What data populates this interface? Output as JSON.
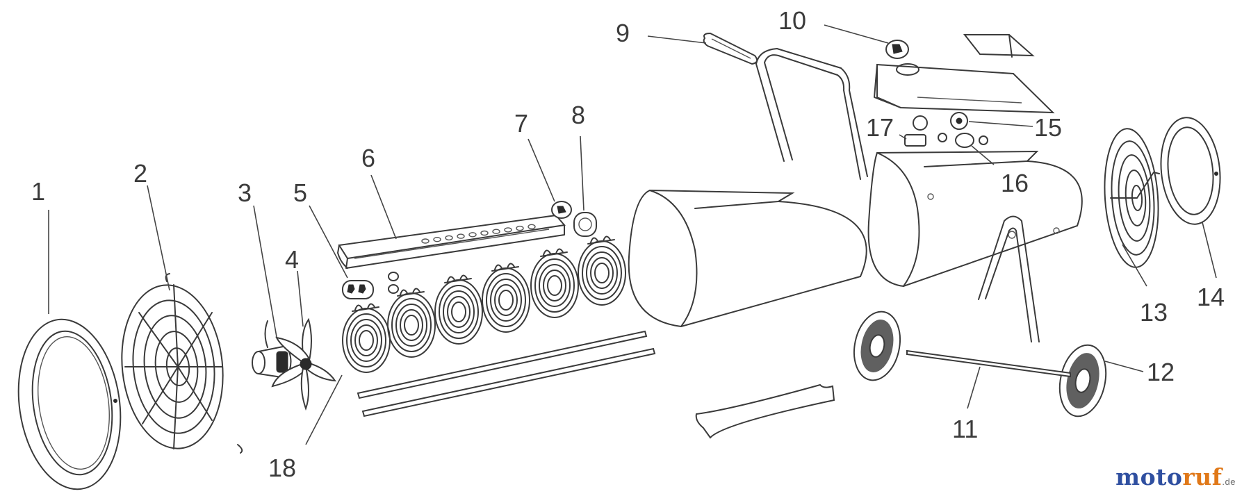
{
  "callouts": [
    {
      "id": "1",
      "label": "1"
    },
    {
      "id": "2",
      "label": "2"
    },
    {
      "id": "3",
      "label": "3"
    },
    {
      "id": "4",
      "label": "4"
    },
    {
      "id": "5",
      "label": "5"
    },
    {
      "id": "6",
      "label": "6"
    },
    {
      "id": "7",
      "label": "7"
    },
    {
      "id": "8",
      "label": "8"
    },
    {
      "id": "9",
      "label": "9"
    },
    {
      "id": "10",
      "label": "10"
    },
    {
      "id": "11",
      "label": "11"
    },
    {
      "id": "12",
      "label": "12"
    },
    {
      "id": "13",
      "label": "13"
    },
    {
      "id": "14",
      "label": "14"
    },
    {
      "id": "15",
      "label": "15"
    },
    {
      "id": "16",
      "label": "16"
    },
    {
      "id": "17",
      "label": "17"
    },
    {
      "id": "18",
      "label": "18"
    }
  ],
  "watermark": {
    "part1": "moto",
    "part2": "ruf",
    "suffix": ".de",
    "color_primary": "#2f4fa0",
    "color_accent": "#e07818"
  }
}
